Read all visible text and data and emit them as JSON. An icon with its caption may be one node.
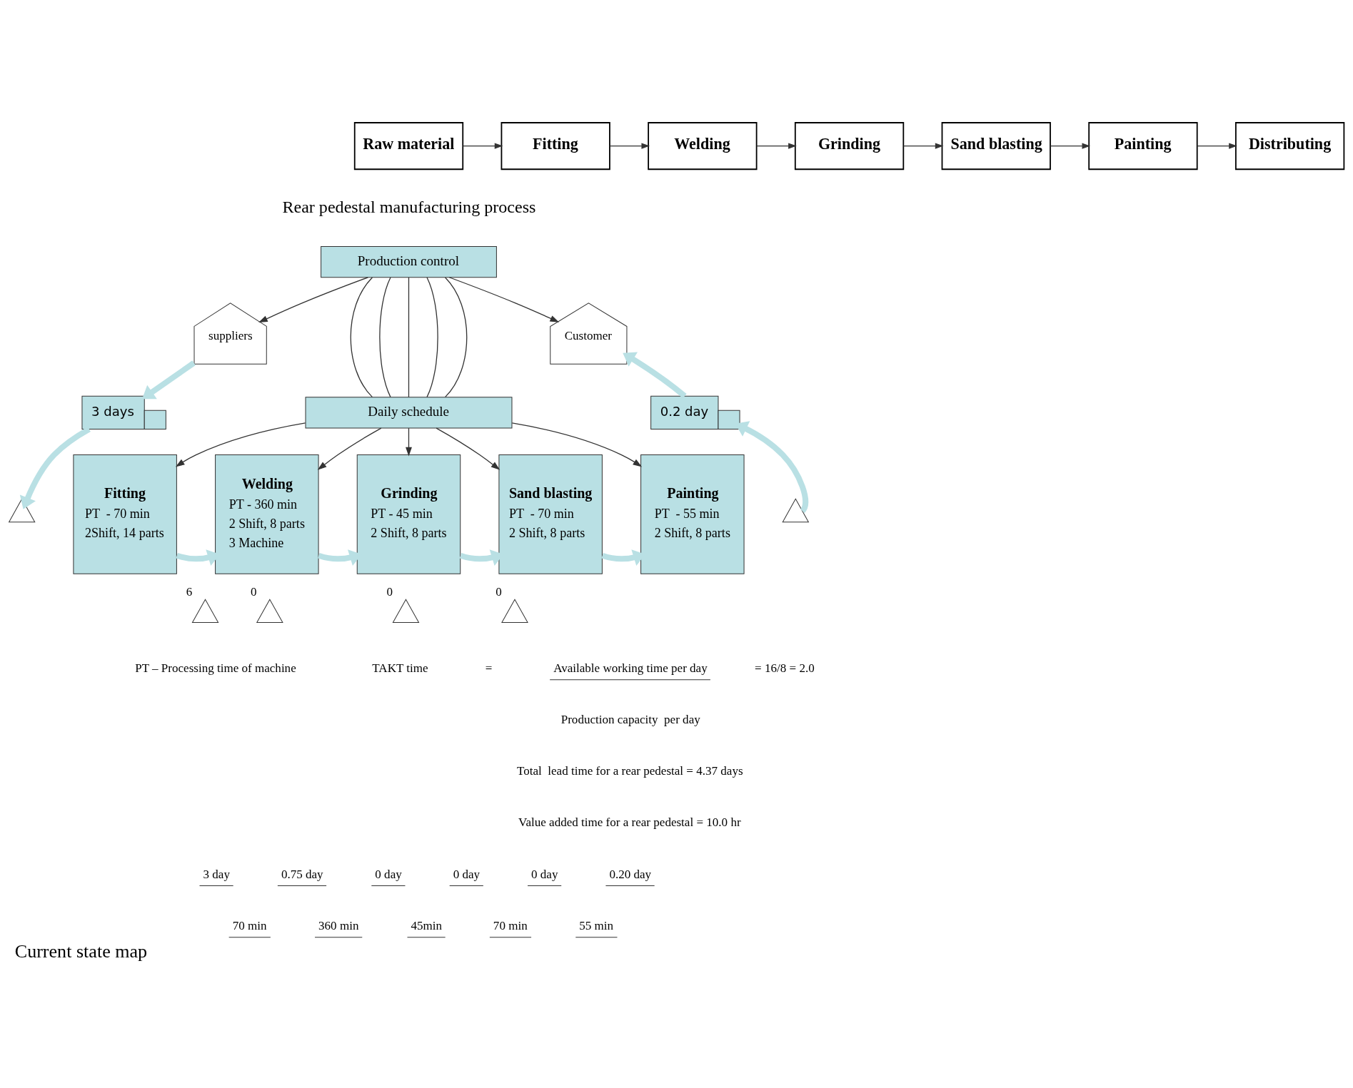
{
  "diagram": {
    "caption": "Current state map",
    "nodes": [
      {
        "text": [
          "Raw material"
        ]
      },
      {
        "text": [
          "Fitting"
        ]
      },
      {
        "text": [
          "Welding"
        ]
      },
      {
        "text": [
          "Grinding"
        ]
      },
      {
        "text": [
          "Sand blasting"
        ]
      },
      {
        "text": [
          "Painting"
        ]
      },
      {
        "text": [
          "Distributing"
        ]
      },
      {
        "text": [
          "suppliers"
        ]
      },
      {
        "text": [
          "Production control"
        ]
      },
      {
        "text": [
          "Customer"
        ]
      },
      {
        "text": [
          "Daily schedule"
        ]
      },
      {
        "text": [
          "0.2 day"
        ]
      },
      {
        "text": [
          "3 days"
        ]
      },
      {
        "text": [
          "Fitting",
          "PT  - 70 min",
          "2Shift, 14 parts"
        ]
      },
      {
        "text": [
          "Welding",
          "PT - 360 min",
          "2 Shift, 8 parts",
          "3 Machine"
        ]
      },
      {
        "text": [
          "Grinding",
          "PT - 45 min",
          "2 Shift, 8 parts"
        ]
      },
      {
        "text": [
          "Sand blasting",
          "PT  - 70 min",
          "2 Shift, 8 parts"
        ]
      },
      {
        "text": [
          "Painting",
          "PT  - 55 min",
          "2 Shift, 8 parts"
        ]
      },
      {
        "text": [],
        "shape": "triangle"
      },
      {
        "text": [],
        "shape": "triangle",
        "beside": [
          "6"
        ]
      },
      {
        "text": [],
        "shape": "triangle",
        "beside": [
          "0"
        ]
      },
      {
        "text": [],
        "shape": "triangle",
        "beside": [
          "0"
        ]
      },
      {
        "text": [],
        "shape": "triangle",
        "beside": [
          "0"
        ]
      },
      {
        "text": [],
        "shape": "triangle"
      }
    ],
    "edges": [
      {
        "from": 0,
        "to": 1,
        "arrow": "to"
      },
      {
        "from": 1,
        "to": 2,
        "arrow": "to"
      },
      {
        "from": 2,
        "to": 3,
        "arrow": "to"
      },
      {
        "from": 3,
        "to": 4,
        "arrow": "to"
      },
      {
        "from": 4,
        "to": 5,
        "arrow": "to"
      },
      {
        "from": 5,
        "to": 6,
        "arrow": "to"
      },
      {
        "from": 8,
        "to": 7,
        "arrow": "to"
      },
      {
        "from": 8,
        "to": 9,
        "arrow": "to"
      },
      {
        "from": 8,
        "to": 10,
        "arrow": "none"
      },
      {
        "from": 8,
        "to": 10,
        "arrow": "none"
      },
      {
        "from": 8,
        "to": 10,
        "arrow": "none"
      },
      {
        "from": 8,
        "to": 10,
        "arrow": "none"
      },
      {
        "from": 8,
        "to": 10,
        "arrow": "none"
      },
      {
        "from": 10,
        "to": 13,
        "arrow": "to"
      },
      {
        "from": 10,
        "to": 14,
        "arrow": "to"
      },
      {
        "from": 10,
        "to": 15,
        "arrow": "to"
      },
      {
        "from": 10,
        "to": 16,
        "arrow": "to"
      },
      {
        "from": 10,
        "to": 17,
        "arrow": "to"
      },
      {
        "from": 7,
        "to": 12,
        "arrow": "to",
        "style": "thick",
        "color": "#b9e0e4"
      },
      {
        "from": 12,
        "to": 18,
        "arrow": "to",
        "style": "thick",
        "color": "#b9e0e4"
      },
      {
        "from": 13,
        "to": 14,
        "arrow": "to",
        "style": "thick",
        "color": "#b9e0e4"
      },
      {
        "from": 14,
        "to": 15,
        "arrow": "to",
        "style": "thick",
        "color": "#b9e0e4"
      },
      {
        "from": 15,
        "to": 16,
        "arrow": "to",
        "style": "thick",
        "color": "#b9e0e4"
      },
      {
        "from": 16,
        "to": 17,
        "arrow": "to",
        "style": "thick",
        "color": "#b9e0e4"
      },
      {
        "from": 23,
        "to": 11,
        "arrow": "to",
        "style": "thick",
        "color": "#b9e0e4"
      },
      {
        "from": 11,
        "to": 9,
        "arrow": "to",
        "style": "thick",
        "color": "#b9e0e4"
      }
    ],
    "labels": [
      "Rear pedestal manufacturing process",
      "PT – Processing time of machine",
      "TAKT time",
      "=",
      "Available working time per day",
      "= 16/8 = 2.0",
      "Production capacity  per day",
      "Total  lead time for a rear pedestal = 4.37 days",
      "Value added time for a rear pedestal = 10.0 hr",
      "3 day",
      "0.75 day",
      "0 day",
      "0 day",
      "0 day",
      "0.20 day",
      "70 min",
      "360 min",
      "45min",
      "70 min",
      "55 min"
    ]
  }
}
